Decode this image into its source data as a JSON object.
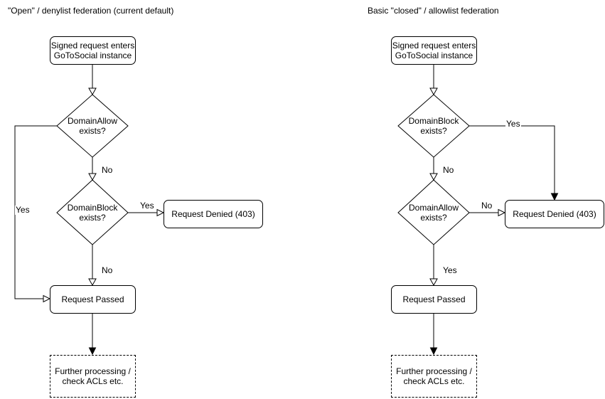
{
  "colors": {
    "stroke": "#000000",
    "background": "#ffffff",
    "text": "#000000"
  },
  "left_chart": {
    "title": "\"Open\" / denylist federation (current default)",
    "nodes": {
      "start": "Signed request enters\nGoToSocial instance",
      "decision1": "DomainAllow\nexists?",
      "decision2": "DomainBlock\nexists?",
      "denied": "Request Denied (403)",
      "passed": "Request Passed",
      "further": "Further processing /\ncheck ACLs etc."
    },
    "edge_labels": {
      "decision1_branch": "Yes",
      "decision1_down": "No",
      "decision2_branch": "Yes",
      "decision2_down": "No"
    }
  },
  "right_chart": {
    "title": "Basic \"closed\" / allowlist federation",
    "nodes": {
      "start": "Signed request enters\nGoToSocial instance",
      "decision1": "DomainBlock\nexists?",
      "decision2": "DomainAllow\nexists?",
      "denied": "Request Denied (403)",
      "passed": "Request Passed",
      "further": "Further processing /\ncheck ACLs etc."
    },
    "edge_labels": {
      "decision1_branch": "Yes",
      "decision1_down": "No",
      "decision2_branch": "No",
      "decision2_down": "Yes"
    }
  }
}
